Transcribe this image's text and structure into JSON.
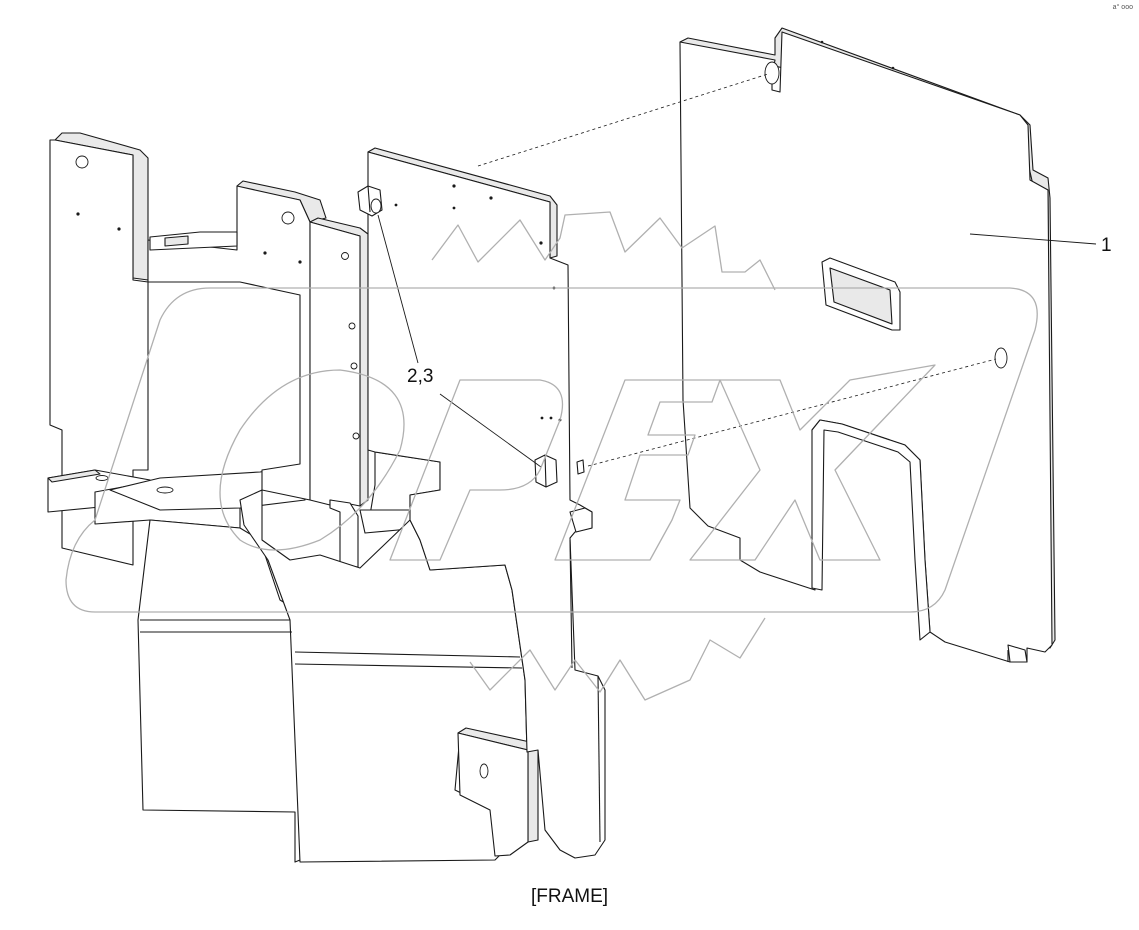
{
  "diagram": {
    "caption": "[FRAME]",
    "callouts": [
      {
        "id": "1",
        "label": "1"
      },
      {
        "id": "2-3",
        "label": "2,3"
      }
    ],
    "watermark_text": "OPEX",
    "corner_mark": "a° ooo"
  }
}
